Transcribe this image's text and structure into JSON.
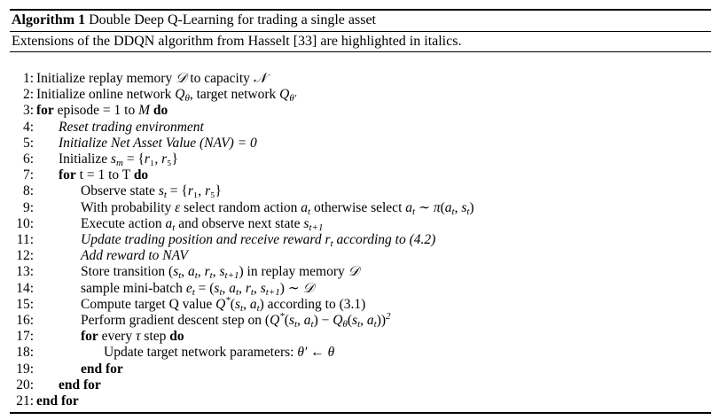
{
  "title": {
    "label": "Algorithm 1",
    "text": "Double Deep Q-Learning for trading a single asset"
  },
  "caption": "Extensions of the DDQN algorithm from Hasselt [33] are highlighted in italics.",
  "lines": [
    {
      "num": "1:",
      "indent": 0,
      "parts": [
        [
          "t",
          "Initialize replay memory "
        ],
        [
          "m",
          "𝒟"
        ],
        [
          "t",
          " to capacity "
        ],
        [
          "m",
          "𝒩"
        ]
      ]
    },
    {
      "num": "2:",
      "indent": 0,
      "parts": [
        [
          "t",
          "Initialize online network "
        ],
        [
          "m",
          "Q"
        ],
        [
          "sub",
          "θ"
        ],
        [
          "t",
          ", target network "
        ],
        [
          "m",
          "Q"
        ],
        [
          "sub",
          "θ′"
        ]
      ]
    },
    {
      "num": "3:",
      "indent": 0,
      "parts": [
        [
          "kw",
          "for"
        ],
        [
          "t",
          " episode = 1 to "
        ],
        [
          "m",
          "M"
        ],
        [
          "t",
          " "
        ],
        [
          "kw",
          "do"
        ]
      ]
    },
    {
      "num": "4:",
      "indent": 1,
      "parts": [
        [
          "it",
          "Reset trading environment"
        ]
      ]
    },
    {
      "num": "5:",
      "indent": 1,
      "parts": [
        [
          "it",
          "Initialize Net Asset Value (NAV) = 0"
        ]
      ]
    },
    {
      "num": "6:",
      "indent": 1,
      "parts": [
        [
          "t",
          "Initialize "
        ],
        [
          "m",
          "s"
        ],
        [
          "sub",
          "m"
        ],
        [
          "t",
          " = {"
        ],
        [
          "m",
          "r"
        ],
        [
          "t",
          "₁, "
        ],
        [
          "m",
          "r"
        ],
        [
          "t",
          "₅}"
        ]
      ]
    },
    {
      "num": "7:",
      "indent": 1,
      "parts": [
        [
          "kw",
          "for"
        ],
        [
          "t",
          " t = 1 to T "
        ],
        [
          "kw",
          "do"
        ]
      ]
    },
    {
      "num": "8:",
      "indent": 2,
      "parts": [
        [
          "t",
          "Observe state "
        ],
        [
          "m",
          "s"
        ],
        [
          "sub",
          "t"
        ],
        [
          "t",
          " = {"
        ],
        [
          "m",
          "r"
        ],
        [
          "t",
          "₁, "
        ],
        [
          "m",
          "r"
        ],
        [
          "t",
          "₅}"
        ]
      ]
    },
    {
      "num": "9:",
      "indent": 2,
      "parts": [
        [
          "t",
          "With probability "
        ],
        [
          "m",
          "ε"
        ],
        [
          "t",
          " select random action "
        ],
        [
          "m",
          "a"
        ],
        [
          "sub",
          "t"
        ],
        [
          "t",
          " otherwise select "
        ],
        [
          "m",
          "a"
        ],
        [
          "sub",
          "t"
        ],
        [
          "t",
          " ∼ "
        ],
        [
          "m",
          "π"
        ],
        [
          "t",
          "("
        ],
        [
          "m",
          "a"
        ],
        [
          "sub",
          "t"
        ],
        [
          "t",
          ", "
        ],
        [
          "m",
          "s"
        ],
        [
          "sub",
          "t"
        ],
        [
          "t",
          ")"
        ]
      ]
    },
    {
      "num": "10:",
      "indent": 2,
      "parts": [
        [
          "t",
          "Execute action "
        ],
        [
          "m",
          "a"
        ],
        [
          "sub",
          "t"
        ],
        [
          "t",
          " and observe next state "
        ],
        [
          "m",
          "s"
        ],
        [
          "sub",
          "t+1"
        ]
      ]
    },
    {
      "num": "11:",
      "indent": 2,
      "parts": [
        [
          "it",
          "Update trading position and receive reward "
        ],
        [
          "m",
          "r"
        ],
        [
          "sub",
          "t"
        ],
        [
          "it",
          " according to (4.2)"
        ]
      ]
    },
    {
      "num": "12:",
      "indent": 2,
      "parts": [
        [
          "it",
          "Add reward to NAV"
        ]
      ]
    },
    {
      "num": "13:",
      "indent": 2,
      "parts": [
        [
          "t",
          "Store transition ("
        ],
        [
          "m",
          "s"
        ],
        [
          "sub",
          "t"
        ],
        [
          "t",
          ", "
        ],
        [
          "m",
          "a"
        ],
        [
          "sub",
          "t"
        ],
        [
          "t",
          ", "
        ],
        [
          "m",
          "r"
        ],
        [
          "sub",
          "t"
        ],
        [
          "t",
          ", "
        ],
        [
          "m",
          "s"
        ],
        [
          "sub",
          "t+1"
        ],
        [
          "t",
          ") in replay memory "
        ],
        [
          "m",
          "𝒟"
        ]
      ]
    },
    {
      "num": "14:",
      "indent": 2,
      "parts": [
        [
          "t",
          "sample mini-batch "
        ],
        [
          "m",
          "e"
        ],
        [
          "sub",
          "t"
        ],
        [
          "t",
          " = ("
        ],
        [
          "m",
          "s"
        ],
        [
          "sub",
          "t"
        ],
        [
          "t",
          ", "
        ],
        [
          "m",
          "a"
        ],
        [
          "sub",
          "t"
        ],
        [
          "t",
          ", "
        ],
        [
          "m",
          "r"
        ],
        [
          "sub",
          "t"
        ],
        [
          "t",
          ", "
        ],
        [
          "m",
          "s"
        ],
        [
          "sub",
          "t+1"
        ],
        [
          "t",
          ") ∼ "
        ],
        [
          "m",
          "𝒟"
        ]
      ]
    },
    {
      "num": "15:",
      "indent": 2,
      "parts": [
        [
          "t",
          "Compute target Q value "
        ],
        [
          "m",
          "Q"
        ],
        [
          "sup",
          "*"
        ],
        [
          "t",
          "("
        ],
        [
          "m",
          "s"
        ],
        [
          "sub",
          "t"
        ],
        [
          "t",
          ", "
        ],
        [
          "m",
          "a"
        ],
        [
          "sub",
          "t"
        ],
        [
          "t",
          ") according to (3.1)"
        ]
      ]
    },
    {
      "num": "16:",
      "indent": 2,
      "parts": [
        [
          "t",
          "Perform gradient descent step on ("
        ],
        [
          "m",
          "Q"
        ],
        [
          "sup",
          "*"
        ],
        [
          "t",
          "("
        ],
        [
          "m",
          "s"
        ],
        [
          "sub",
          "t"
        ],
        [
          "t",
          ", "
        ],
        [
          "m",
          "a"
        ],
        [
          "sub",
          "t"
        ],
        [
          "t",
          ") − "
        ],
        [
          "m",
          "Q"
        ],
        [
          "sub",
          "θ"
        ],
        [
          "t",
          "("
        ],
        [
          "m",
          "s"
        ],
        [
          "sub",
          "t"
        ],
        [
          "t",
          ", "
        ],
        [
          "m",
          "a"
        ],
        [
          "sub",
          "t"
        ],
        [
          "t",
          "))"
        ],
        [
          "sup",
          "2"
        ]
      ]
    },
    {
      "num": "17:",
      "indent": 2,
      "parts": [
        [
          "kw",
          "for"
        ],
        [
          "t",
          " every "
        ],
        [
          "m",
          "τ"
        ],
        [
          "t",
          " step "
        ],
        [
          "kw",
          "do"
        ]
      ]
    },
    {
      "num": "18:",
      "indent": 3,
      "parts": [
        [
          "t",
          "Update target network parameters: "
        ],
        [
          "m",
          "θ′"
        ],
        [
          "t",
          " ← "
        ],
        [
          "m",
          "θ"
        ]
      ]
    },
    {
      "num": "19:",
      "indent": 2,
      "parts": [
        [
          "kw",
          "end for"
        ]
      ]
    },
    {
      "num": "20:",
      "indent": 1,
      "parts": [
        [
          "kw",
          "end for"
        ]
      ]
    },
    {
      "num": "21:",
      "indent": 0,
      "parts": [
        [
          "kw",
          "end for"
        ]
      ]
    }
  ]
}
